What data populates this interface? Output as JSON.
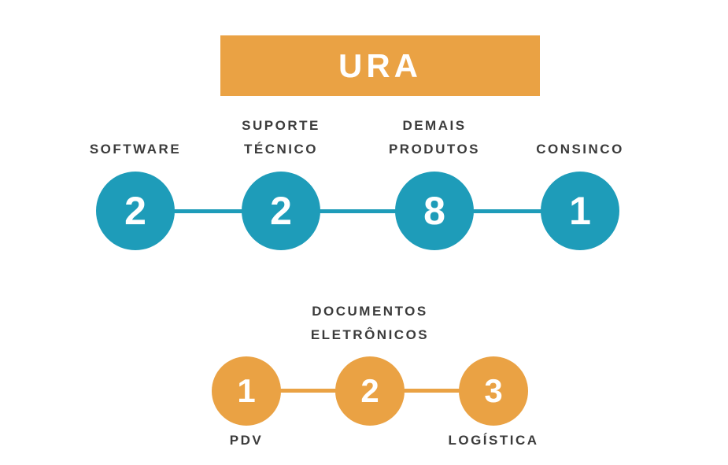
{
  "title": {
    "label": "URA"
  },
  "colors": {
    "orange": "#EAA244",
    "teal": "#1E9CB9",
    "text": "#3B3B3B"
  },
  "row1": {
    "nodes": [
      {
        "label": "SOFTWARE",
        "value": "2"
      },
      {
        "label": "SUPORTE TÉCNICO",
        "value": "2"
      },
      {
        "label": "DEMAIS PRODUTOS",
        "value": "8"
      },
      {
        "label": "CONSINCO",
        "value": "1"
      }
    ]
  },
  "row2": {
    "nodes": [
      {
        "label": "PDV",
        "value": "1",
        "label_position": "below"
      },
      {
        "label": "DOCUMENTOS ELETRÔNICOS",
        "value": "2",
        "label_position": "above"
      },
      {
        "label": "LOGÍSTICA",
        "value": "3",
        "label_position": "below"
      }
    ]
  }
}
